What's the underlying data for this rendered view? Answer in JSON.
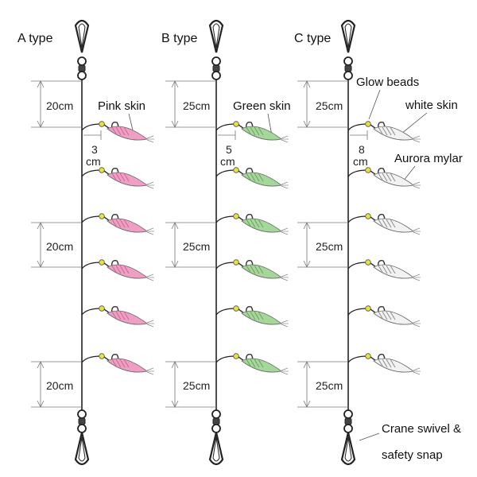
{
  "rigs": [
    {
      "label": "A type",
      "dims": [
        "20cm",
        "20cm",
        "20cm"
      ],
      "offset_value": "3",
      "offset_unit": "cm",
      "skin_color": "#ef9ec4",
      "stripe_color": "#c46a94"
    },
    {
      "label": "B type",
      "dims": [
        "25cm",
        "25cm",
        "25cm"
      ],
      "offset_value": "5",
      "offset_unit": "cm",
      "skin_color": "#a6d79a",
      "stripe_color": "#6fa062"
    },
    {
      "label": "C type",
      "dims": [
        "25cm",
        "25cm",
        "25cm"
      ],
      "offset_value": "8",
      "offset_unit": "cm",
      "skin_color": "#f2f2f2",
      "stripe_color": "#8c8c8c"
    }
  ],
  "callouts": {
    "pink_skin": "Pink skin",
    "green_skin": "Green skin",
    "glow_beads": "Glow beads",
    "white_skin": "white skin",
    "aurora_mylar": "Aurora mylar",
    "swivel_line1": "Crane swivel &",
    "swivel_line2": "safety snap"
  },
  "colors": {
    "line": "#222222",
    "bead": "#e8e23a",
    "hook": "#333333"
  },
  "icons": [
    "safety-snap-icon",
    "crane-swivel-icon",
    "hook-icon",
    "glow-bead-icon",
    "lure-skin-icon"
  ]
}
